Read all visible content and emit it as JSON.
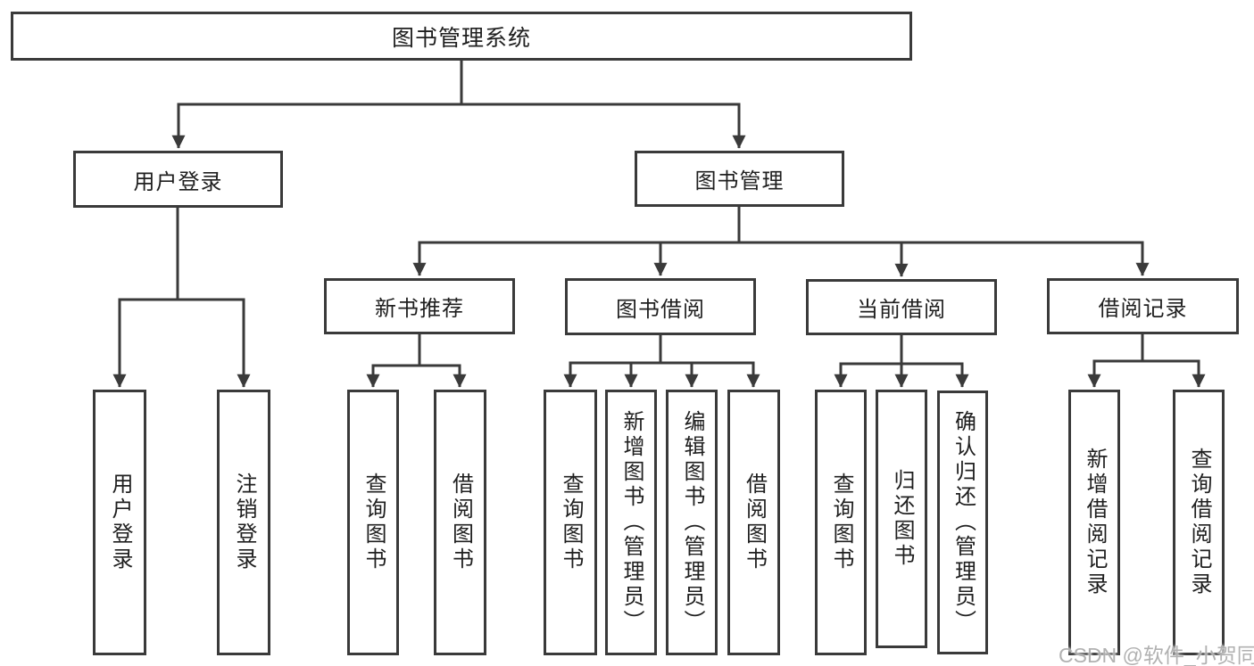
{
  "diagram": {
    "root": {
      "label": "图书管理系统"
    },
    "level2": [
      {
        "id": "user-login",
        "label": "用户登录"
      },
      {
        "id": "book-management",
        "label": "图书管理"
      }
    ],
    "level3": [
      {
        "id": "new-book-recommend",
        "label": "新书推荐",
        "parent": "图书管理"
      },
      {
        "id": "book-borrowing",
        "label": "图书借阅",
        "parent": "图书管理"
      },
      {
        "id": "current-borrowing",
        "label": "当前借阅",
        "parent": "图书管理"
      },
      {
        "id": "borrowing-records",
        "label": "借阅记录",
        "parent": "图书管理"
      }
    ],
    "leaves": [
      {
        "group": "用户登录",
        "label": "用户登录"
      },
      {
        "group": "用户登录",
        "label": "注销登录"
      },
      {
        "group": "新书推荐",
        "label": "查询图书"
      },
      {
        "group": "新书推荐",
        "label": "借阅图书"
      },
      {
        "group": "图书借阅",
        "label": "查询图书"
      },
      {
        "group": "图书借阅",
        "label": "新增图书（管理员）"
      },
      {
        "group": "图书借阅",
        "label": "编辑图书（管理员）"
      },
      {
        "group": "图书借阅",
        "label": "借阅图书"
      },
      {
        "group": "当前借阅",
        "label": "查询图书"
      },
      {
        "group": "当前借阅",
        "label": "归还图书"
      },
      {
        "group": "当前借阅",
        "label": "确认归还（管理员）"
      },
      {
        "group": "借阅记录",
        "label": "新增借阅记录"
      },
      {
        "group": "借阅记录",
        "label": "查询借阅记录"
      }
    ]
  },
  "watermark": {
    "text": "CSDN @软件_小贺同学"
  },
  "colors": {
    "line": "#3a3a3a",
    "text": "#1f1f1f",
    "background": "#ffffff",
    "watermark": "#a8a8a8"
  }
}
